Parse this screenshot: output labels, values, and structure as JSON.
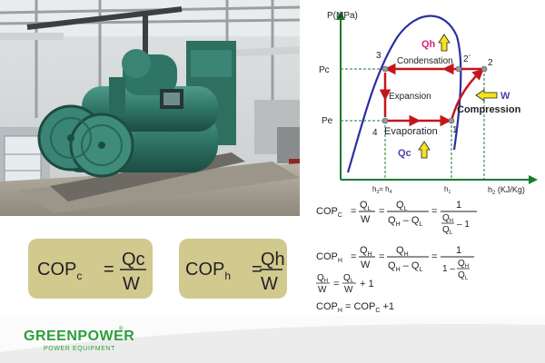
{
  "diagram": {
    "y_axis_label": "P(MPa)",
    "x_axis_label": "h",
    "x_axis_label_sub": "2",
    "x_axis_label_unit": " (KJ/Kg)",
    "pressure_high": "Pc",
    "pressure_low": "Pe",
    "tick_h3_main": "h",
    "tick_h3_sub1": "3",
    "tick_h3_eq": "= h",
    "tick_h3_sub2": "4",
    "tick_h1_main": "h",
    "tick_h1_sub": "1",
    "point_1": "1",
    "point_2": "2",
    "point_2_prime": "2´",
    "point_3": "3",
    "point_4": "4",
    "label_condensation": "Condensation",
    "label_expansion": "Expansion",
    "label_evaporation": "Evaporation",
    "label_compression": "Compression",
    "label_qh": "Qh",
    "label_qc": "Qc",
    "label_w": "W",
    "colors": {
      "dome": "#2b2f9e",
      "cycle": "#c4161c",
      "qh": "#d4237a",
      "qc_w": "#4a3fb0",
      "arrow_fill": "#f4e41c",
      "point": "#9a9a9a"
    }
  },
  "formulas": {
    "cop": "COP",
    "sub_c": "C",
    "sub_h": "H",
    "eq": "=",
    "minus": "–",
    "plus_one": "+ 1",
    "minus_one": "– 1",
    "one": "1",
    "plus": "+1",
    "q": "Q",
    "sub_l": "L",
    "sub_h_q": "H",
    "w": "W"
  },
  "boxes": {
    "left": {
      "lhs": "COP",
      "sub": "c",
      "eq": "=",
      "num": "Qc",
      "den": "W"
    },
    "right": {
      "lhs": "COP",
      "sub": "h",
      "eq": "=",
      "num": "Qh",
      "den": "W"
    }
  },
  "brand": {
    "name": "GREENPOWER",
    "reg": "®",
    "tagline": "POWER EQUIPMENT",
    "color": "#2e9e3a"
  }
}
